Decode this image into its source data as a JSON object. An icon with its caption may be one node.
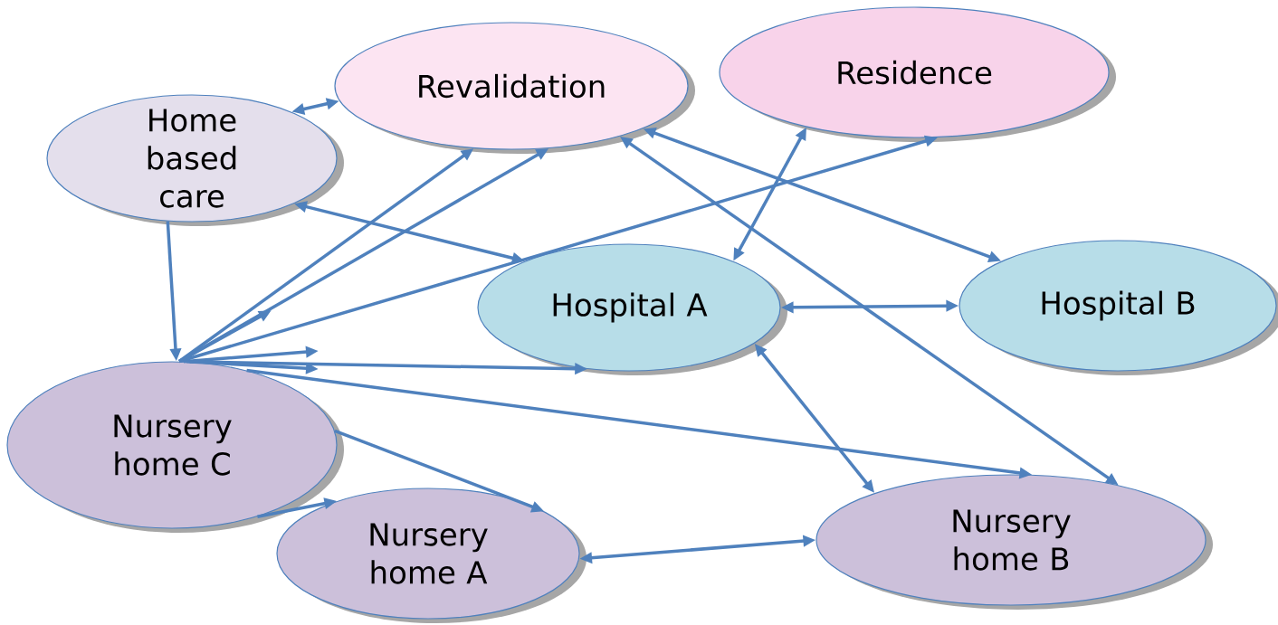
{
  "diagram": {
    "nodes": [
      {
        "text": [
          "Revalidation"
        ]
      },
      {
        "text": [
          "Residence"
        ]
      },
      {
        "text": [
          "Home based care"
        ]
      },
      {
        "text": [
          "Hospital A"
        ]
      },
      {
        "text": [
          "Hospital B"
        ]
      },
      {
        "text": [
          "Nursery home C"
        ]
      },
      {
        "text": [
          "Nursery home A"
        ]
      },
      {
        "text": [
          "Nursery home B"
        ]
      }
    ],
    "edges": [
      {
        "from": 2,
        "to": 0,
        "arrow": "both"
      },
      {
        "from": 2,
        "to": 3,
        "arrow": "both"
      },
      {
        "from": 2,
        "to": 5,
        "arrow": "to"
      },
      {
        "from": 5,
        "to": 0,
        "arrow": "to"
      },
      {
        "from": 5,
        "to": 0,
        "arrow": "to"
      },
      {
        "from": 5,
        "to": 1,
        "arrow": "to"
      },
      {
        "from": 5,
        "to": null,
        "arrow": "to"
      },
      {
        "from": 5,
        "to": null,
        "arrow": "to"
      },
      {
        "from": 5,
        "to": null,
        "arrow": "to"
      },
      {
        "from": 5,
        "to": 3,
        "arrow": "to"
      },
      {
        "from": 5,
        "to": 7,
        "arrow": "to"
      },
      {
        "from": 5,
        "to": 6,
        "arrow": "to"
      },
      {
        "from": 5,
        "to": 6,
        "arrow": "to"
      },
      {
        "from": 3,
        "to": 1,
        "arrow": "both"
      },
      {
        "from": 0,
        "to": 4,
        "arrow": "both"
      },
      {
        "from": 0,
        "to": 7,
        "arrow": "both"
      },
      {
        "from": 3,
        "to": 4,
        "arrow": "both"
      },
      {
        "from": 3,
        "to": 7,
        "arrow": "both"
      },
      {
        "from": 6,
        "to": 7,
        "arrow": "both"
      }
    ]
  }
}
